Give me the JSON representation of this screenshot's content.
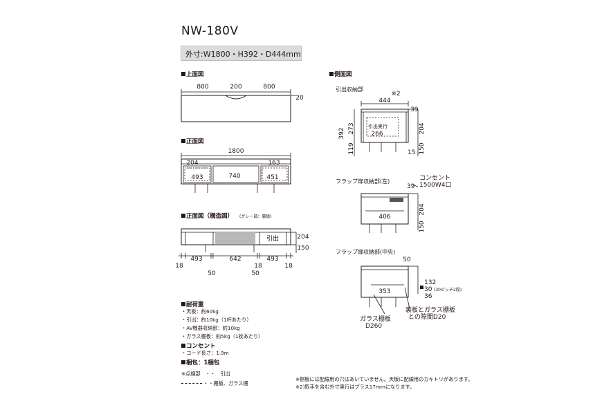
{
  "model": "NW-180V",
  "outer_dims": "外寸:W1800・H392・D444mm",
  "top_view": {
    "heading": "上面図",
    "dims": [
      "800",
      "200",
      "800"
    ],
    "thickness": "20"
  },
  "front_view": {
    "heading": "正面図",
    "overall": "1800",
    "labels": [
      "204",
      "163",
      "493",
      "740",
      "451"
    ]
  },
  "front_structure": {
    "heading": "正面図（構造図）",
    "note": "(グレー部：裏板)",
    "drawer_label": "引出",
    "height_dims": [
      "204",
      "150"
    ],
    "bottom_dims": [
      "18",
      "493",
      "642",
      "18",
      "493",
      "18"
    ],
    "bottom_dims_2": [
      "50",
      "50"
    ]
  },
  "side_view": {
    "heading": "側面図",
    "drawer": {
      "title": "引出収納部",
      "note_mark": "※2",
      "depth": "444",
      "left_dims": [
        "392",
        "273",
        "119"
      ],
      "right_dims": [
        "39",
        "204",
        "150",
        "15"
      ],
      "inner_label": "引出奥行",
      "inner_value": "266"
    },
    "flap_left": {
      "title": "フラップ扉収納部(左)",
      "top_dim": "39",
      "outlet": [
        "コンセント",
        "1500W4口"
      ],
      "shelf": "406",
      "right_dims": [
        "204",
        "150"
      ]
    },
    "flap_center": {
      "title": "フラップ扉収納部(中央)",
      "top_dim": "50",
      "shelf": "353",
      "right_dims": [
        "132",
        "30",
        "(30ピッチ2段)",
        "36"
      ],
      "glass": [
        "ガラス棚板",
        "D260"
      ],
      "gap": [
        "裏板とガラス棚板",
        "との隙間D20"
      ]
    }
  },
  "specs": {
    "load_heading": "耐荷重",
    "loads": [
      "・天板：約60kg",
      "・引出：約10kg（1杯あたり）",
      "・AV機器収納部：約10kg",
      "・ガラス棚板：約5kg（1枚あたり）"
    ],
    "outlet_heading": "コンセント",
    "outlet_items": [
      "・コード長さ：1.9m"
    ],
    "package_heading": "梱包：1梱包",
    "legend_dotted": "※点線部　・・　引出",
    "legend_dashed": "・・棚板、ガラス棚"
  },
  "footnotes": [
    "※側板には配線用の穴はあいていません。天板に配線用のカキトリがあります。",
    "※2)取手を含む外寸奥行はプラス17mmになります。"
  ]
}
